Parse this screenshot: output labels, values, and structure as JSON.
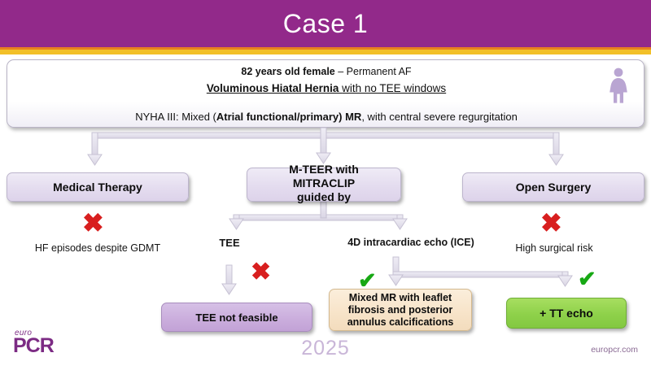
{
  "header": {
    "title": "Case 1",
    "bar_color": "#92298a",
    "rule_orange": "#e8801f",
    "rule_yellow": "#f2c029"
  },
  "patient_info": {
    "line1_bold": "82 years old female",
    "line1_rest": " – Permanent AF",
    "line2_bold": "Voluminous Hiatal Hernia ",
    "line2_rest": "with no TEE windows",
    "line3_pre": "NYHA III: Mixed (",
    "line3_bold": "Atrial functional/primary) MR",
    "line3_post": ", with central severe regurgitation",
    "icon": "female-patient-icon"
  },
  "options": {
    "medical_therapy": "Medical Therapy",
    "mteer": "M-TEER with MITRACLIP guided by",
    "mteer_line1": "M-TEER with",
    "mteer_line2": "MITRACLIP",
    "mteer_line3": "guided by",
    "open_surgery": "Open Surgery"
  },
  "branches": {
    "tee_label": "TEE",
    "ice_label": "4D intracardiac echo (ICE)"
  },
  "outcomes": {
    "tee_not_feasible": "TEE not feasible",
    "mixed_mr": "Mixed MR with leaflet fibrosis and posterior annulus calcifications",
    "tt_echo": "+ TT echo"
  },
  "captions": {
    "hf_episodes": "HF episodes despite GDMT",
    "surgical_risk": "High surgical risk"
  },
  "marks": {
    "x_symbol": "✖",
    "check_symbol": "✔",
    "x_color": "#d81f1f",
    "check_color": "#17a814"
  },
  "footer": {
    "logo_euro": "euro",
    "logo_pcr": "PCR",
    "year": "2025",
    "url": "europcr.com"
  }
}
